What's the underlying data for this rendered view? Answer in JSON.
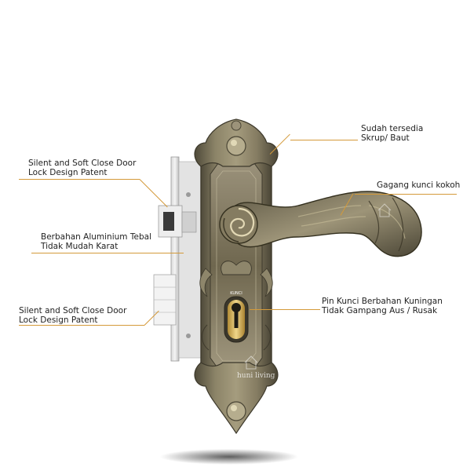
{
  "annotations": {
    "screws": {
      "line1": "Sudah tersedia",
      "line2": "Skrup/ Baut"
    },
    "handle": {
      "line1": "Gagang kunci kokoh"
    },
    "soft_close_top": {
      "line1": "Silent and Soft Close Door",
      "line2": "Lock Design Patent"
    },
    "aluminium": {
      "line1": "Berbahan Aluminium Tebal",
      "line2": "Tidak Mudah Karat"
    },
    "soft_close_bottom": {
      "line1": "Silent and Soft Close Door",
      "line2": "Lock Design Patent"
    },
    "cylinder": {
      "line1": "Pin Kunci Berbahan Kuningan",
      "line2": "Tidak Gampang Aus / Rusak"
    }
  },
  "watermark": "huni living",
  "colors": {
    "leader_line": "#d49a3a",
    "bronze": "#7d745c",
    "brass": "#d8b45c",
    "background": "#ffffff"
  }
}
